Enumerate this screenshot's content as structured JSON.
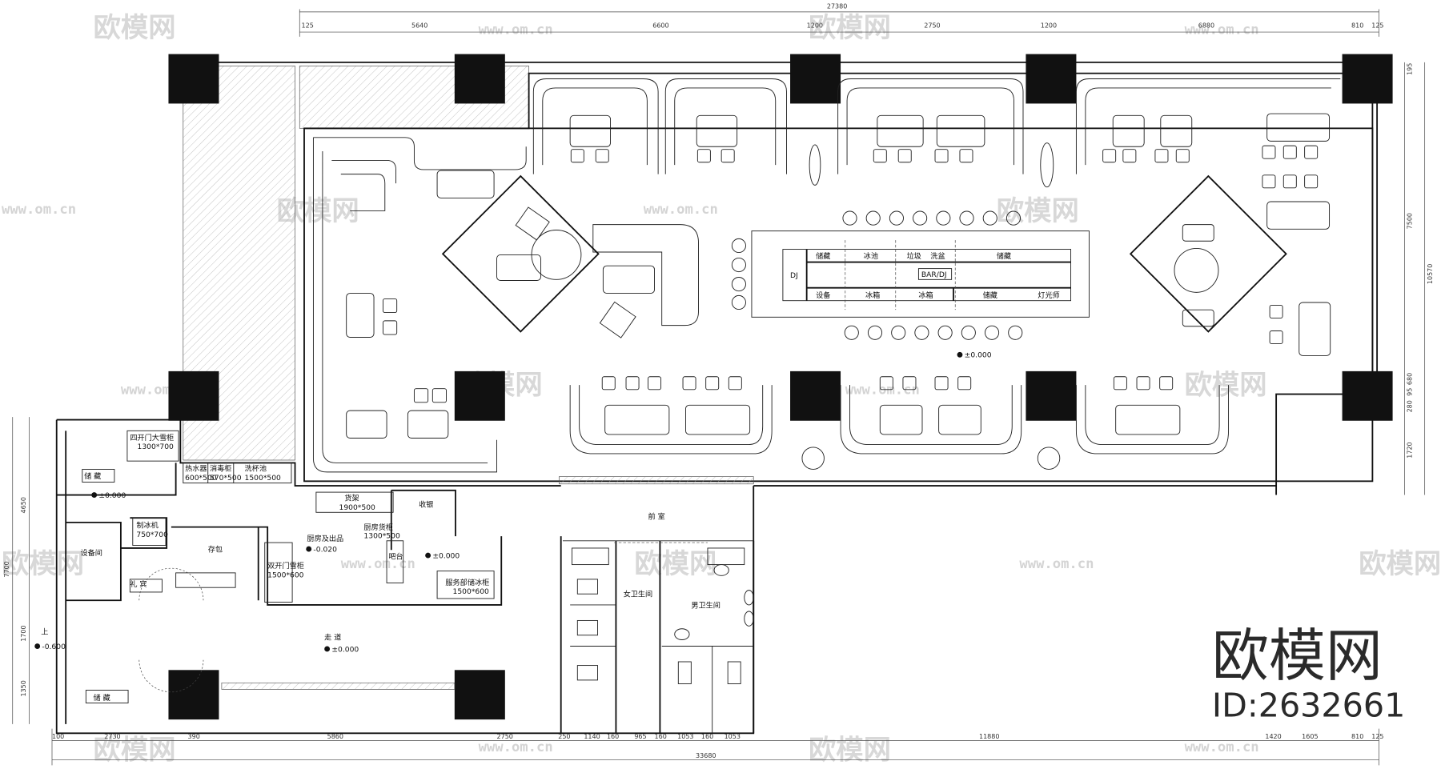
{
  "watermark": {
    "logo": "欧模网",
    "url": "www.om.cn"
  },
  "brand": {
    "name": "欧模网",
    "id": "ID:2632661"
  },
  "bar": {
    "dj": "DJ",
    "center": "BAR/DJ",
    "top_cells": [
      "储藏",
      "冰池",
      "垃圾",
      "洗盆",
      "储藏"
    ],
    "bottom_cells": [
      "设备",
      "冰箱",
      "冰箱",
      "储藏",
      "灯光师"
    ]
  },
  "rooms": [
    "四开门大雪柜",
    "1300*700",
    "储 藏",
    "热水器",
    "600*500",
    "消毒柜",
    "570*500",
    "洗杯池",
    "1500*500",
    "货架",
    "1900*500",
    "收银",
    "制冰机",
    "750*700",
    "厨房货柜",
    "1300*500",
    "厨房及出品",
    "设备间",
    "存包",
    "礼 宾",
    "双开门雪柜",
    "1500*600",
    "吧台",
    "服务部储冰柜",
    "1500*600",
    "走 道",
    "储 藏",
    "前 室",
    "女卫生间",
    "男卫生间",
    "上"
  ],
  "levels": [
    "±0.000",
    "±0.000",
    "-0.020",
    "±0.000",
    "±0.000",
    "-0.600"
  ],
  "dimensions": {
    "top_total": "27380",
    "top": [
      "125",
      "5640",
      "6600",
      "1200",
      "2750",
      "1200",
      "6880",
      "810",
      "125"
    ],
    "bottom": [
      "100",
      "2730",
      "390",
      "5860",
      "2750",
      "250",
      "1140",
      "160",
      "965",
      "160",
      "1053",
      "160",
      "1053",
      "11880",
      "1420",
      "1605",
      "810",
      "125"
    ],
    "bottom_total": "33680",
    "right": [
      "195",
      "7500",
      "10570",
      "680",
      "95",
      "280",
      "1720"
    ],
    "left": [
      "7700",
      "4650",
      "1700",
      "1350"
    ]
  }
}
